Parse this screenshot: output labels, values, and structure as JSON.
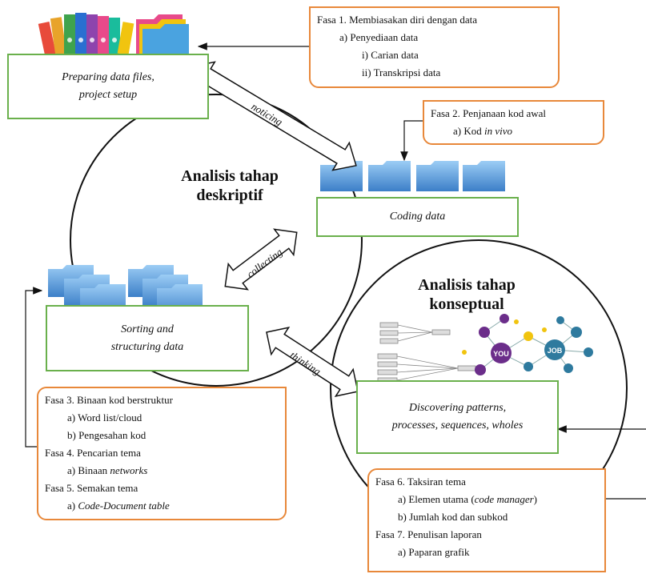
{
  "stage_headings": {
    "descriptive": [
      "Analisis tahap",
      "deskriptif"
    ],
    "conceptual": [
      "Analisis tahap",
      "konseptual"
    ]
  },
  "process_boxes": {
    "preparing": [
      "Preparing data files,",
      "project setup"
    ],
    "coding": [
      "Coding data"
    ],
    "sorting": [
      "Sorting and",
      "structuring data"
    ],
    "discovering": [
      "Discovering patterns,",
      "processes, sequences, wholes"
    ]
  },
  "arrow_labels": {
    "noticing": "noticing",
    "collecting": "collecting",
    "thinking": "thinking"
  },
  "phase_boxes": {
    "fasa1": {
      "title": "Fasa 1. Membiasakan diri dengan data",
      "a": "a) Penyediaan data",
      "i": "i) Carian data",
      "ii": "ii) Transkripsi data"
    },
    "fasa2": {
      "title": "Fasa 2. Penjanaan kod awal",
      "a_prefix": "a) Kod ",
      "a_italic": "in vivo"
    },
    "fasa3to5": {
      "f3": "Fasa 3. Binaan kod berstruktur",
      "f3a": "a) Word list/cloud",
      "f3b": "b) Pengesahan kod",
      "f4": "Fasa 4. Pencarian tema",
      "f4a_prefix": "a) Binaan ",
      "f4a_italic": "networks",
      "f5": "Fasa 5. Semakan tema",
      "f5a_prefix": "a) ",
      "f5a_italic": "Code-Document table"
    },
    "fasa6to7": {
      "f6": "Fasa 6. Taksiran tema",
      "f6a_prefix": "a) Elemen utama (",
      "f6a_italic": "code manager",
      "f6a_suffix": ")",
      "f6b": "b) Jumlah kod dan subkod",
      "f7": "Fasa 7. Penulisan laporan",
      "f7a": "a) Paparan grafik"
    }
  },
  "network_labels": [
    "YOU",
    "JOB"
  ],
  "icons": [
    "binders-icon",
    "folder-icon",
    "network-graph-icon"
  ],
  "colors": {
    "process_border": "#6ab04c",
    "phase_border": "#e8883a",
    "folder": "#4a90d9"
  }
}
